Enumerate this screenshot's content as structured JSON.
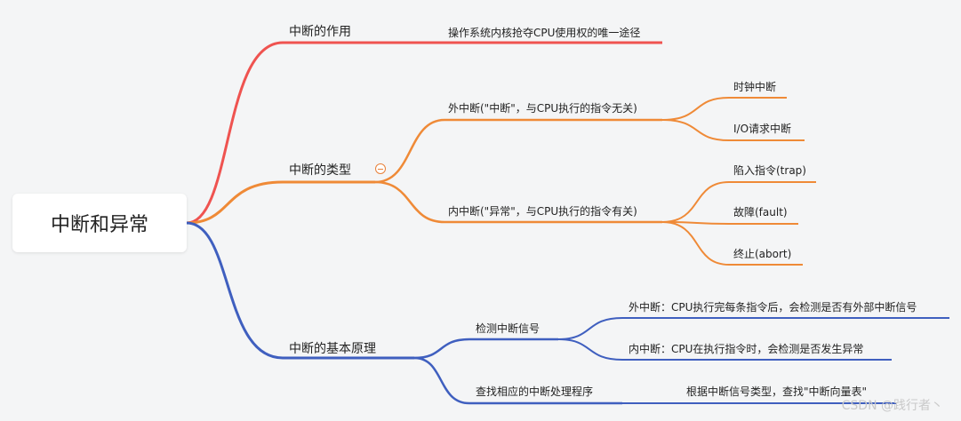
{
  "root": {
    "label": "中断和异常"
  },
  "colors": {
    "red": "#ef5350",
    "orange": "#ef8a37",
    "blue": "#3f5fbf"
  },
  "branches": [
    {
      "label": "中断的作用",
      "children": [
        {
          "label": "操作系统内核抢夺CPU使用权的唯一途径"
        }
      ]
    },
    {
      "label": "中断的类型",
      "children": [
        {
          "label": "外中断(\"中断\"，与CPU执行的指令无关)",
          "children": [
            {
              "label": "时钟中断"
            },
            {
              "label": "I/O请求中断"
            }
          ]
        },
        {
          "label": "内中断(\"异常\"，与CPU执行的指令有关)",
          "children": [
            {
              "label": "陷入指令(trap)"
            },
            {
              "label": "故障(fault)"
            },
            {
              "label": "终止(abort)"
            }
          ]
        }
      ]
    },
    {
      "label": "中断的基本原理",
      "children": [
        {
          "label": "检测中断信号",
          "children": [
            {
              "label": "外中断：CPU执行完每条指令后，会检测是否有外部中断信号"
            },
            {
              "label": "内中断：CPU在执行指令时，会检测是否发生异常"
            }
          ]
        },
        {
          "label": "查找相应的中断处理程序",
          "children": [
            {
              "label": "根据中断信号类型，查找\"中断向量表\""
            }
          ]
        }
      ]
    }
  ],
  "watermark": "CSDN @践行者丶"
}
